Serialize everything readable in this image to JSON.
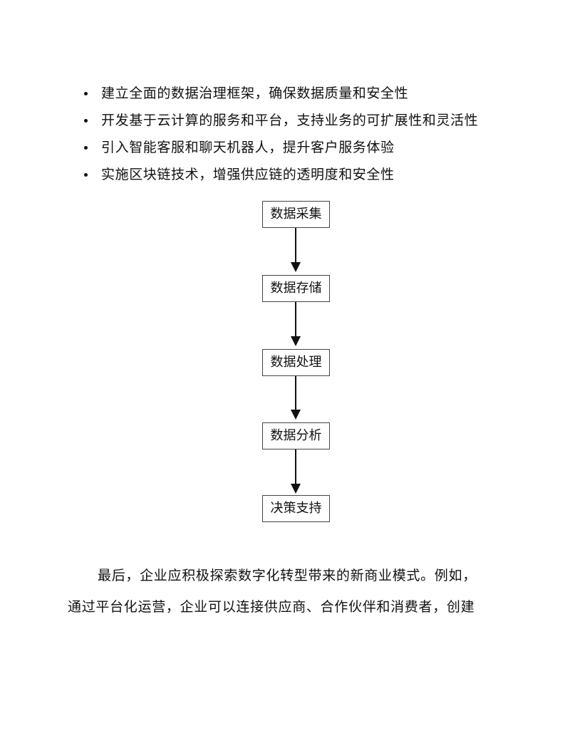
{
  "bullets": [
    "建立全面的数据治理框架，确保数据质量和安全性",
    "开发基于云计算的服务和平台，支持业务的可扩展性和灵活性",
    "引入智能客服和聊天机器人，提升客户服务体验",
    "实施区块链技术，增强供应链的透明度和安全性"
  ],
  "flowchart": {
    "steps": [
      "数据采集",
      "数据存储",
      "数据处理",
      "数据分析",
      "决策支持"
    ]
  },
  "paragraph": {
    "line1": "最后，企业应积极探索数字化转型带来的新商业模式。例如，",
    "line2": "通过平台化运营，企业可以连接供应商、合作伙伴和消费者，创建"
  }
}
